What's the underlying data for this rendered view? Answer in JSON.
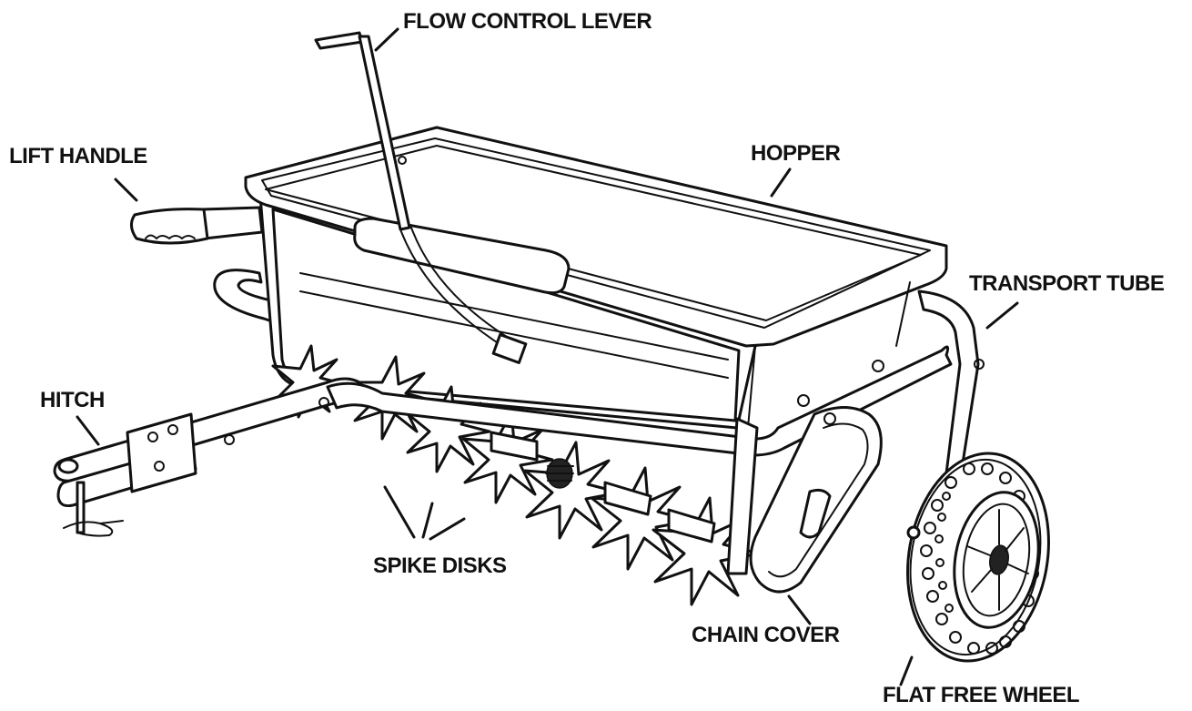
{
  "labels": {
    "flow_control_lever": "FLOW CONTROL LEVER",
    "lift_handle": "LIFT HANDLE",
    "hopper": "HOPPER",
    "transport_tube": "TRANSPORT TUBE",
    "hitch": "HITCH",
    "spike_disks": "SPIKE DISKS",
    "chain_cover": "CHAIN COVER",
    "flat_free_wheel": "FLAT FREE WHEEL"
  },
  "colors": {
    "line": "#111111",
    "background": "#ffffff"
  }
}
